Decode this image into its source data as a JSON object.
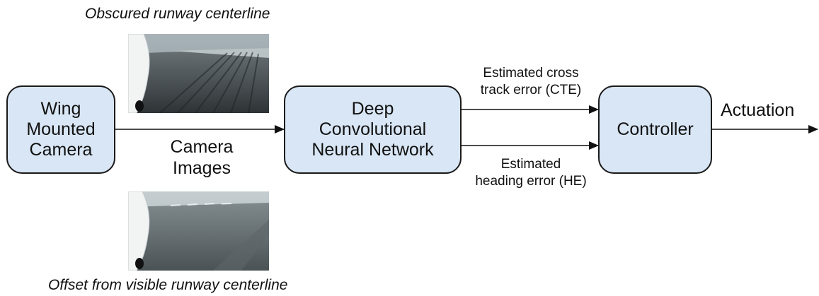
{
  "captions": {
    "top": "Obscured runway centerline",
    "bottom": "Offset from visible runway centerline"
  },
  "blocks": {
    "camera": [
      "Wing",
      "Mounted",
      "Camera"
    ],
    "network": [
      "Deep",
      "Convolutional",
      "Neural Network"
    ],
    "controller": "Controller"
  },
  "edges": {
    "images": [
      "Camera",
      "Images"
    ],
    "cte": [
      "Estimated cross",
      "track error (CTE)"
    ],
    "he": [
      "Estimated",
      "heading error (HE)"
    ],
    "actuation": "Actuation"
  },
  "colors": {
    "box_fill": "#d9e6f5",
    "box_border": "#1a1a1a"
  },
  "images": {
    "top": "runway-obscured-photo",
    "bottom": "runway-offset-photo"
  }
}
